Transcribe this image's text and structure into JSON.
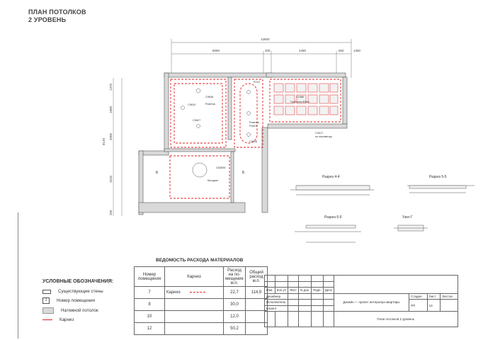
{
  "title": {
    "line1": "ПЛАН ПОТОЛКОВ",
    "line2": "2 УРОВЕНЬ"
  },
  "dims": {
    "top_total": "12800",
    "top_a": "6080",
    "top_b": "400",
    "top_c": "4480",
    "top_d": "550",
    "top_e": "1350",
    "left_a": "1370",
    "left_b": "1800",
    "left_c": "8120",
    "left_d": "2000",
    "left_e": "1010",
    "left_f": "250"
  },
  "labels": {
    "r1": "C9636",
    "r2": "Розетка",
    "r3": "C9610",
    "r4": "C9627",
    "r5": "P219",
    "r6": "C1080",
    "r7": "Гребенка 80мм",
    "r8": "C3017",
    "r9": "по периметру",
    "r10": "Розетка",
    "r11": "Р4819",
    "r12": "C3008",
    "r13": "Молдинг",
    "r14": "C82806",
    "sec_b": "Б",
    "sec_b2": "Б"
  },
  "sections": {
    "s44": "Разрез 4-4",
    "s55": "Разрез 5-5",
    "s66": "Разрез 6-6",
    "uzel": "Узел Г"
  },
  "legend": {
    "title": "УСЛОВНЫЕ ОБОЗНАЧЕНИЯ:",
    "items": [
      "Существующие стены",
      "Номер помещения",
      "Натяжной потолок",
      "Карниз"
    ],
    "room_num": "1"
  },
  "vedomost": {
    "title": "ВЕДОМОСТЬ РАСХОДА МАТЕРИАЛОВ",
    "headers": [
      "Номер помещения",
      "Карниз",
      "Расход на по-мещение м.п.",
      "Общий расход м.п."
    ],
    "rows": [
      {
        "room": "7",
        "item": "Карниз",
        "use": "22,7",
        "total": "114,9"
      },
      {
        "room": "8",
        "item": "",
        "use": "30,0",
        "total": ""
      },
      {
        "room": "10",
        "item": "",
        "use": "12,0",
        "total": ""
      },
      {
        "room": "12",
        "item": "",
        "use": "50,2",
        "total": ""
      }
    ]
  },
  "stamp": {
    "cols": [
      "Изм.",
      "Кол.уч",
      "Лист",
      "N док.",
      "Подп.",
      "Дата"
    ],
    "roles": [
      "Дизайнер",
      "Исполнитель",
      "Клиент"
    ],
    "project": "Дизайн — проект интерьера квартиры",
    "sheet_name": "План потолков 2 уровень",
    "stage_h": "Стадия",
    "sheet_h": "Лист",
    "sheets_h": "Листов",
    "stage": "РП",
    "sheet": "13",
    "sheets": ""
  },
  "colors": {
    "wall": "#d9d9d9",
    "accent": "#e02020",
    "line": "#555555"
  }
}
